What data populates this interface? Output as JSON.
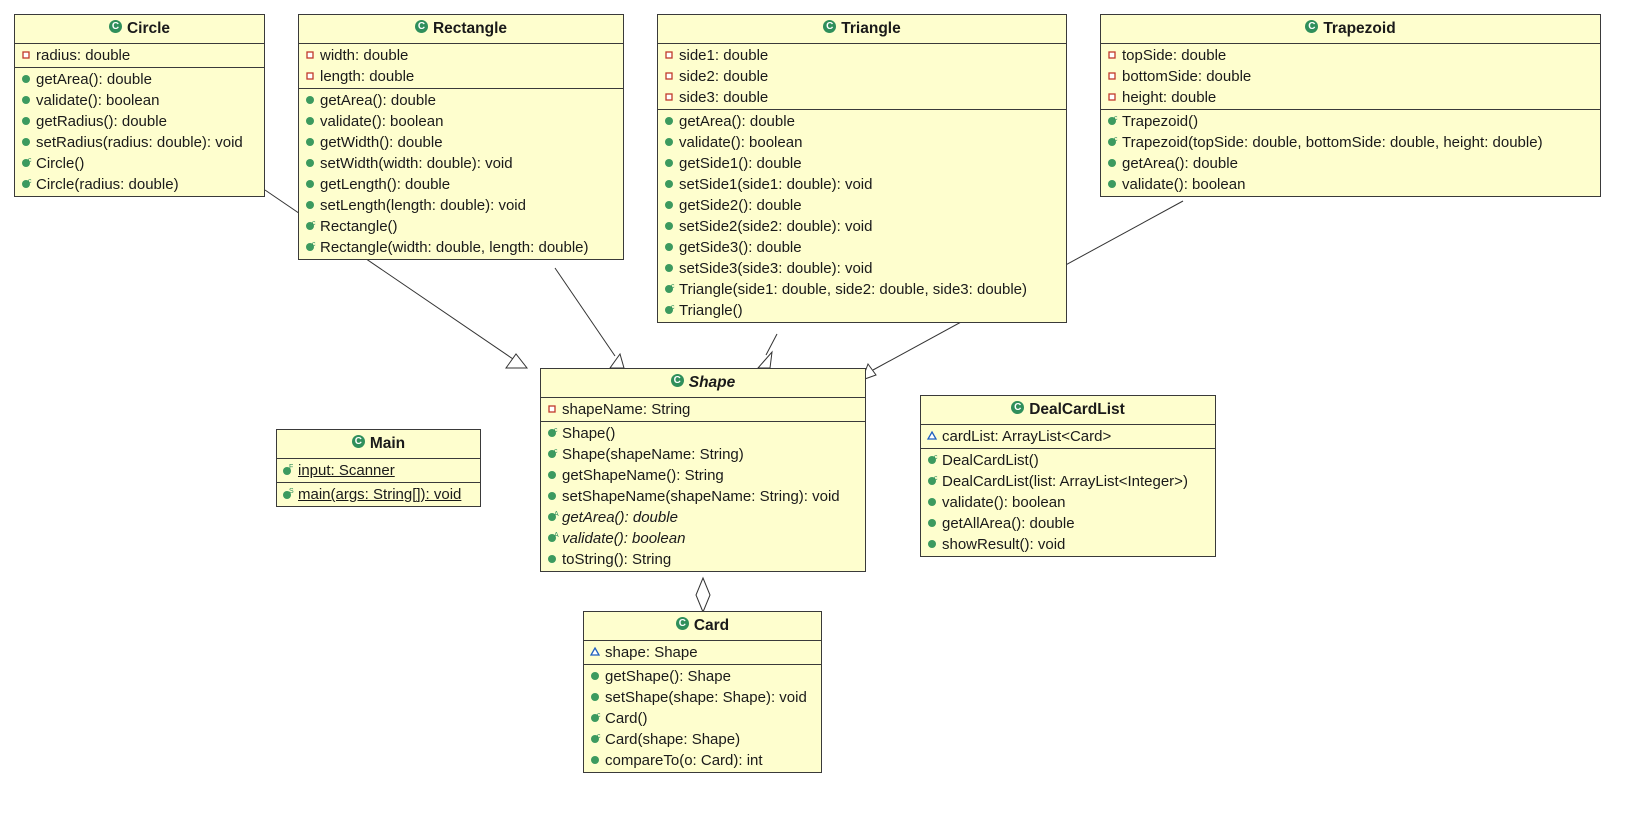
{
  "classes": [
    {
      "id": "circle",
      "name": "Circle",
      "abstract": false,
      "attributes": [
        {
          "text": "radius: double",
          "vis": "private"
        }
      ],
      "operations": [
        {
          "text": "getArea(): double",
          "vis": "public"
        },
        {
          "text": "validate(): boolean",
          "vis": "public"
        },
        {
          "text": "getRadius(): double",
          "vis": "public"
        },
        {
          "text": "setRadius(radius: double): void",
          "vis": "public"
        },
        {
          "text": "Circle()",
          "vis": "ctor"
        },
        {
          "text": "Circle(radius: double)",
          "vis": "ctor"
        }
      ]
    },
    {
      "id": "rectangle",
      "name": "Rectangle",
      "abstract": false,
      "attributes": [
        {
          "text": "width: double",
          "vis": "private"
        },
        {
          "text": "length: double",
          "vis": "private"
        }
      ],
      "operations": [
        {
          "text": "getArea(): double",
          "vis": "public"
        },
        {
          "text": "validate(): boolean",
          "vis": "public"
        },
        {
          "text": "getWidth(): double",
          "vis": "public"
        },
        {
          "text": "setWidth(width: double): void",
          "vis": "public"
        },
        {
          "text": "getLength(): double",
          "vis": "public"
        },
        {
          "text": "setLength(length: double): void",
          "vis": "public"
        },
        {
          "text": "Rectangle()",
          "vis": "ctor"
        },
        {
          "text": "Rectangle(width: double, length: double)",
          "vis": "ctor"
        }
      ]
    },
    {
      "id": "triangle",
      "name": "Triangle",
      "abstract": false,
      "attributes": [
        {
          "text": "side1: double",
          "vis": "private"
        },
        {
          "text": "side2: double",
          "vis": "private"
        },
        {
          "text": "side3: double",
          "vis": "private"
        }
      ],
      "operations": [
        {
          "text": "getArea(): double",
          "vis": "public"
        },
        {
          "text": "validate(): boolean",
          "vis": "public"
        },
        {
          "text": "getSide1(): double",
          "vis": "public"
        },
        {
          "text": "setSide1(side1: double): void",
          "vis": "public"
        },
        {
          "text": "getSide2(): double",
          "vis": "public"
        },
        {
          "text": "setSide2(side2: double): void",
          "vis": "public"
        },
        {
          "text": "getSide3(): double",
          "vis": "public"
        },
        {
          "text": "setSide3(side3: double): void",
          "vis": "public"
        },
        {
          "text": "Triangle(side1: double, side2: double, side3: double)",
          "vis": "ctor"
        },
        {
          "text": "Triangle()",
          "vis": "ctor"
        }
      ]
    },
    {
      "id": "trapezoid",
      "name": "Trapezoid",
      "abstract": false,
      "attributes": [
        {
          "text": "topSide: double",
          "vis": "private"
        },
        {
          "text": "bottomSide: double",
          "vis": "private"
        },
        {
          "text": "height: double",
          "vis": "private"
        }
      ],
      "operations": [
        {
          "text": "Trapezoid()",
          "vis": "ctor"
        },
        {
          "text": "Trapezoid(topSide: double, bottomSide: double, height: double)",
          "vis": "ctor"
        },
        {
          "text": "getArea(): double",
          "vis": "public"
        },
        {
          "text": "validate(): boolean",
          "vis": "public"
        }
      ]
    },
    {
      "id": "shape",
      "name": "Shape",
      "abstract": true,
      "attributes": [
        {
          "text": "shapeName: String",
          "vis": "private"
        }
      ],
      "operations": [
        {
          "text": "Shape()",
          "vis": "ctor"
        },
        {
          "text": "Shape(shapeName: String)",
          "vis": "ctor"
        },
        {
          "text": "getShapeName(): String",
          "vis": "public"
        },
        {
          "text": "setShapeName(shapeName: String): void",
          "vis": "public"
        },
        {
          "text": "getArea(): double",
          "vis": "abstract"
        },
        {
          "text": "validate(): boolean",
          "vis": "abstract"
        },
        {
          "text": "toString(): String",
          "vis": "public"
        }
      ]
    },
    {
      "id": "main",
      "name": "Main",
      "abstract": false,
      "attributes": [
        {
          "text": "input: Scanner",
          "vis": "static-field"
        }
      ],
      "operations": [
        {
          "text": "main(args: String[]): void",
          "vis": "static-method"
        }
      ]
    },
    {
      "id": "dealcardlist",
      "name": "DealCardList",
      "abstract": false,
      "attributes": [
        {
          "text": "cardList: ArrayList<Card>",
          "vis": "package"
        }
      ],
      "operations": [
        {
          "text": "DealCardList()",
          "vis": "ctor"
        },
        {
          "text": "DealCardList(list: ArrayList<Integer>)",
          "vis": "ctor"
        },
        {
          "text": "validate(): boolean",
          "vis": "public"
        },
        {
          "text": "getAllArea(): double",
          "vis": "public"
        },
        {
          "text": "showResult(): void",
          "vis": "public"
        }
      ]
    },
    {
      "id": "card",
      "name": "Card",
      "abstract": false,
      "attributes": [
        {
          "text": "shape: Shape",
          "vis": "package"
        }
      ],
      "operations": [
        {
          "text": "getShape(): Shape",
          "vis": "public"
        },
        {
          "text": "setShape(shape: Shape): void",
          "vis": "public"
        },
        {
          "text": "Card()",
          "vis": "ctor"
        },
        {
          "text": "Card(shape: Shape)",
          "vis": "ctor"
        },
        {
          "text": "compareTo(o: Card): int",
          "vis": "public"
        }
      ]
    }
  ],
  "relations": [
    {
      "type": "generalization",
      "from": "circle",
      "to": "shape"
    },
    {
      "type": "generalization",
      "from": "rectangle",
      "to": "shape"
    },
    {
      "type": "generalization",
      "from": "triangle",
      "to": "shape"
    },
    {
      "type": "generalization",
      "from": "trapezoid",
      "to": "shape"
    },
    {
      "type": "aggregation",
      "from": "card",
      "to": "shape"
    }
  ],
  "colors": {
    "box_fill": "#fefece",
    "border": "#3a3a3a",
    "public": "#3c9a5f",
    "private": "#c0392b",
    "package": "#1f5fbf"
  }
}
